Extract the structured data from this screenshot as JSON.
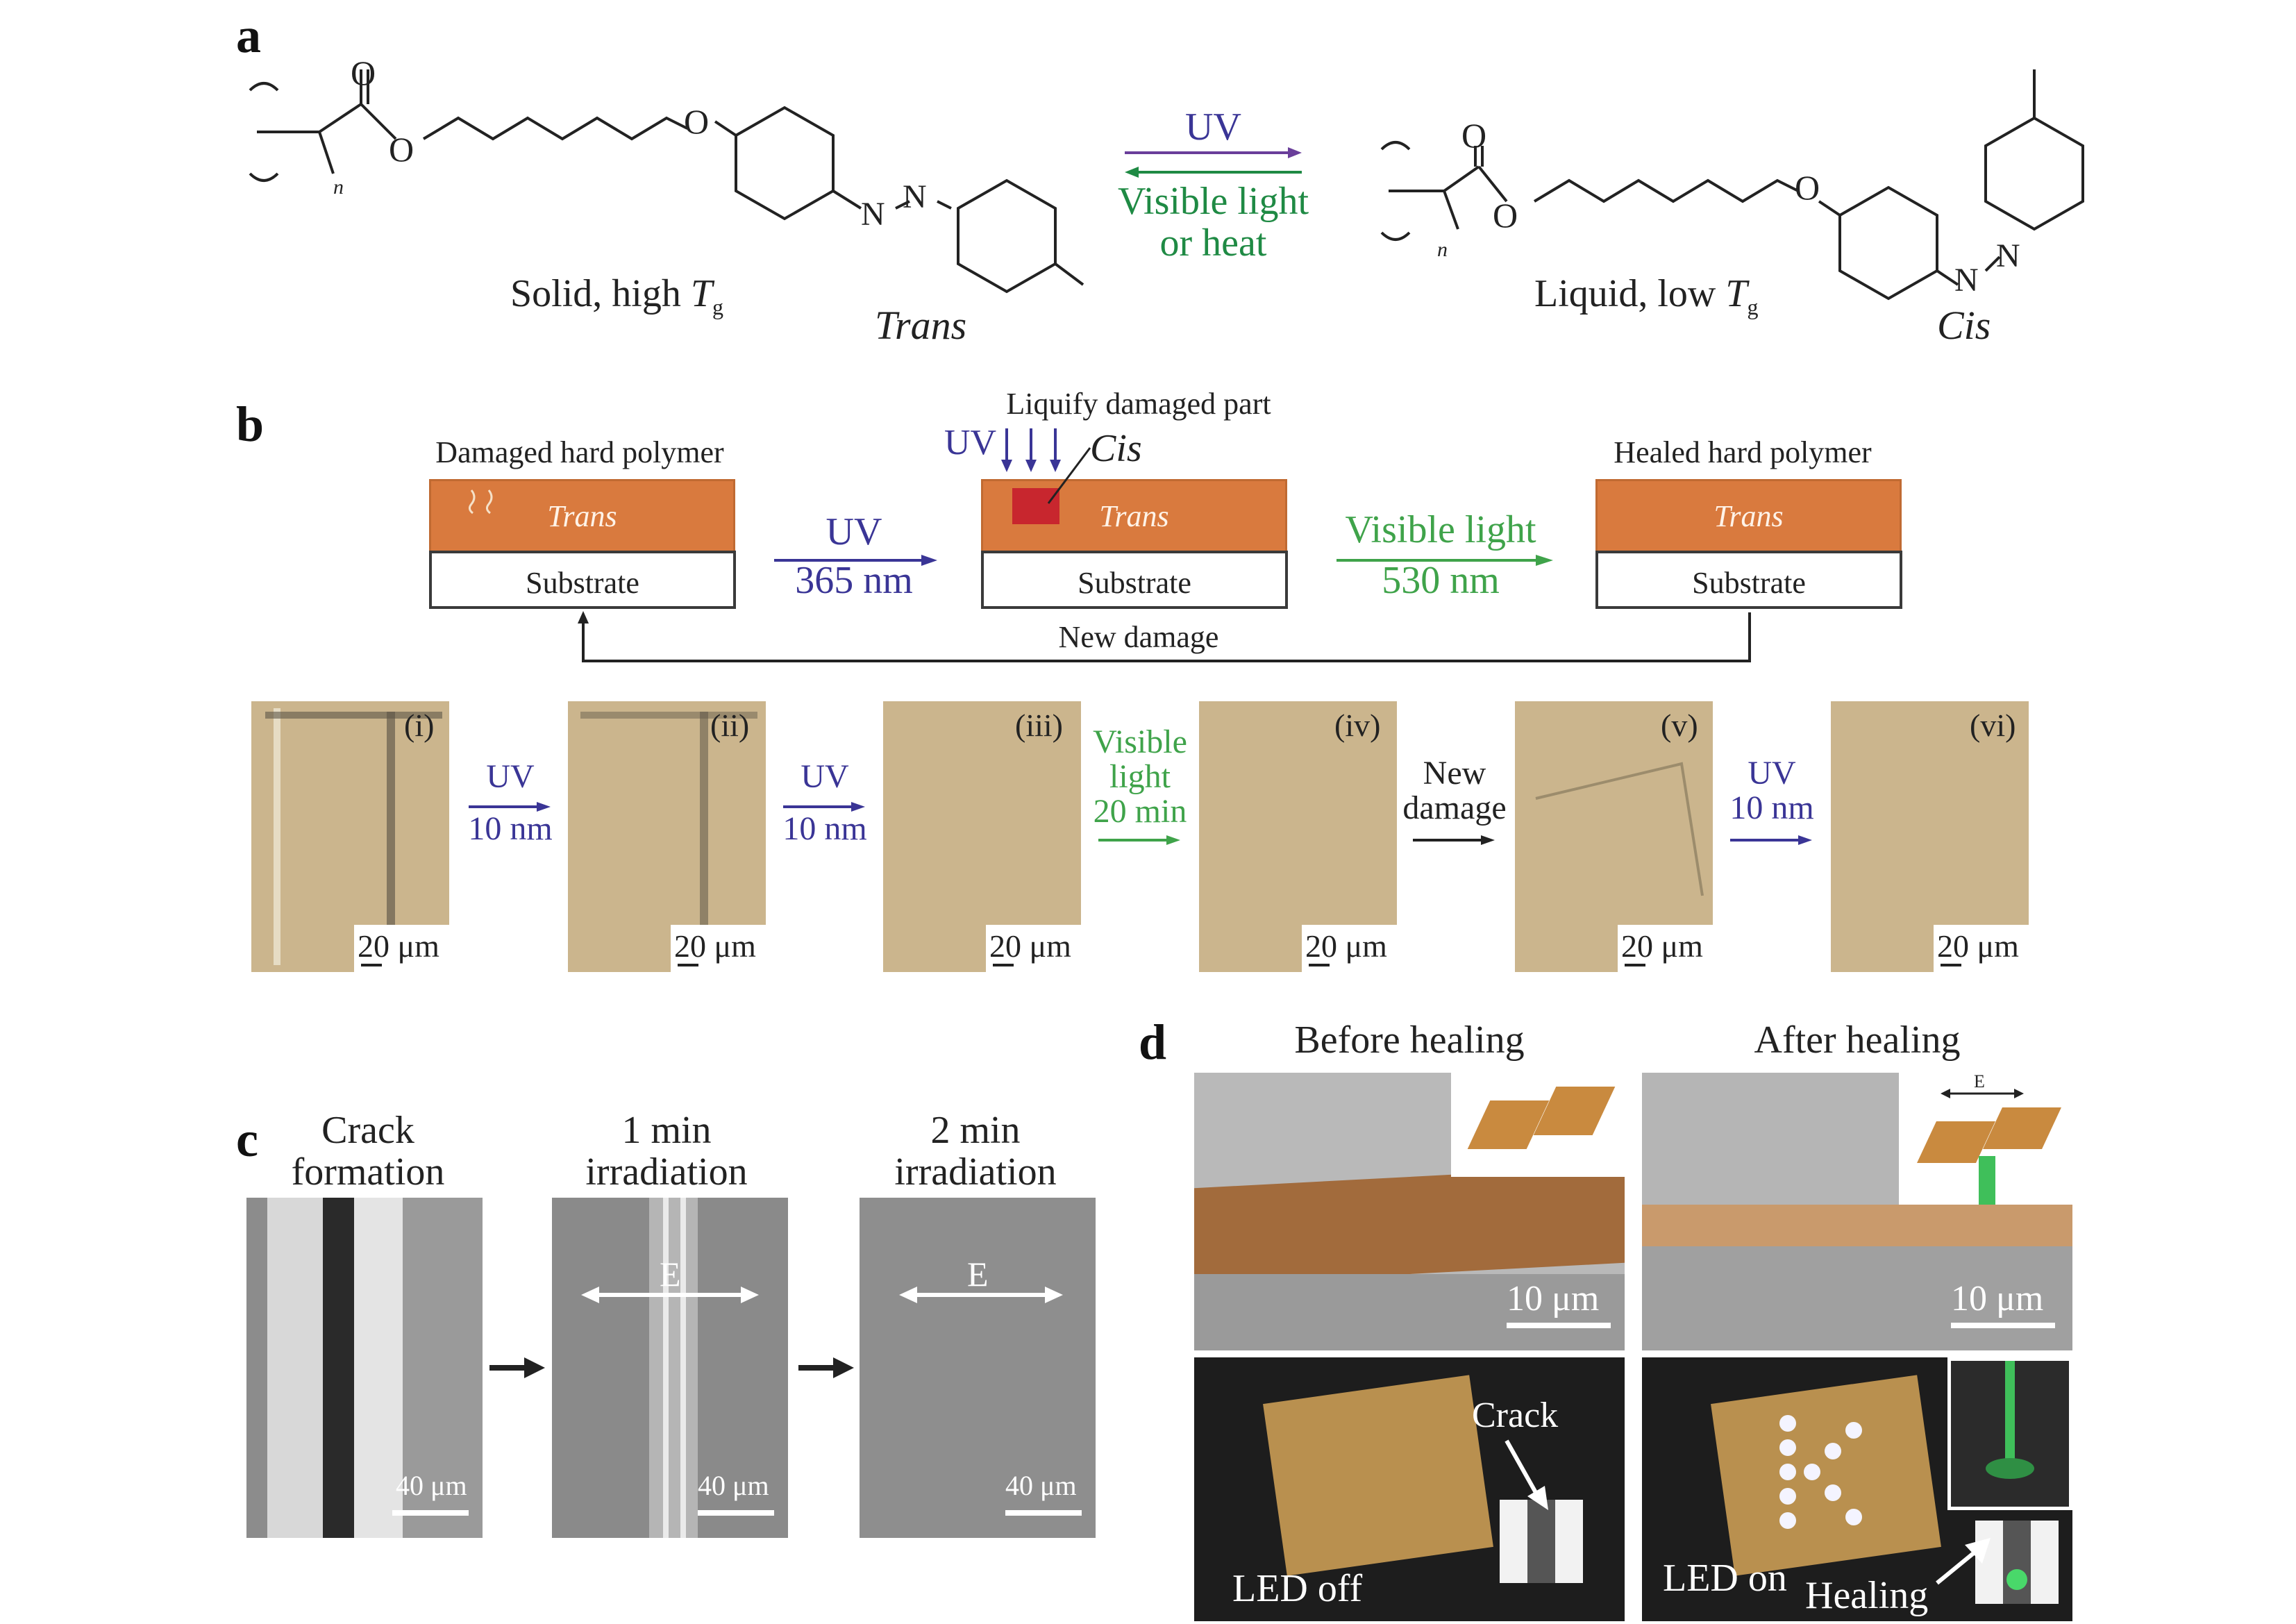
{
  "panel_a": {
    "letter": "a",
    "left_state": "Solid, high",
    "left_tg": "T",
    "left_tg_sub": "g",
    "left_isomer": "Trans",
    "right_state": "Liquid, low",
    "right_tg": "T",
    "right_tg_sub": "g",
    "right_isomer": "Cis",
    "forward_label": "UV",
    "reverse_label_1": "Visible light",
    "reverse_label_2": "or heat",
    "atom_O": "O",
    "atom_N": "N",
    "subscript_n": "n"
  },
  "panel_b": {
    "letter": "b",
    "damaged_title": "Damaged hard polymer",
    "liquify_title": "Liquify damaged part",
    "healed_title": "Healed hard polymer",
    "trans_label": "Trans",
    "cis_label": "Cis",
    "substrate_label": "Substrate",
    "uv_arrow_label": "UV",
    "uv_wavelength": "365 nm",
    "visible_arrow_label": "Visible light",
    "visible_wavelength": "530 nm",
    "new_damage_label": "New damage",
    "uv_small": "UV",
    "micrographs": [
      {
        "id": "(i)",
        "scale": "20 μm"
      },
      {
        "id": "(ii)",
        "scale": "20 μm"
      },
      {
        "id": "(iii)",
        "scale": "20 μm"
      },
      {
        "id": "(iv)",
        "scale": "20 μm"
      },
      {
        "id": "(v)",
        "scale": "20 μm"
      },
      {
        "id": "(vi)",
        "scale": "20 μm"
      }
    ],
    "steps": [
      {
        "line1": "UV",
        "line2": "10 nm"
      },
      {
        "line1": "UV",
        "line2": "10 nm"
      },
      {
        "line1": "Visible",
        "line2": "light",
        "line3": "20 min"
      },
      {
        "line1": "New",
        "line2": "damage"
      },
      {
        "line1": "UV",
        "line2": "10 nm"
      }
    ]
  },
  "panel_c": {
    "letter": "c",
    "titles": [
      {
        "line1": "Crack",
        "line2": "formation"
      },
      {
        "line1": "1 min",
        "line2": "irradiation"
      },
      {
        "line1": "2 min",
        "line2": "irradiation"
      }
    ],
    "field_label": "E",
    "scale": "40 μm"
  },
  "panel_d": {
    "letter": "d",
    "before_title": "Before healing",
    "after_title": "After healing",
    "scale": "10 μm",
    "field_label": "E",
    "crack_label": "Crack",
    "led_off": "LED off",
    "led_on": "LED on",
    "healing_label": "Healing"
  },
  "colors": {
    "trans_layer": "#d97a3e",
    "uv_purple": "#3a3596",
    "visible_green": "#3fa34a",
    "micrograph_tan": "#cbb58d"
  }
}
